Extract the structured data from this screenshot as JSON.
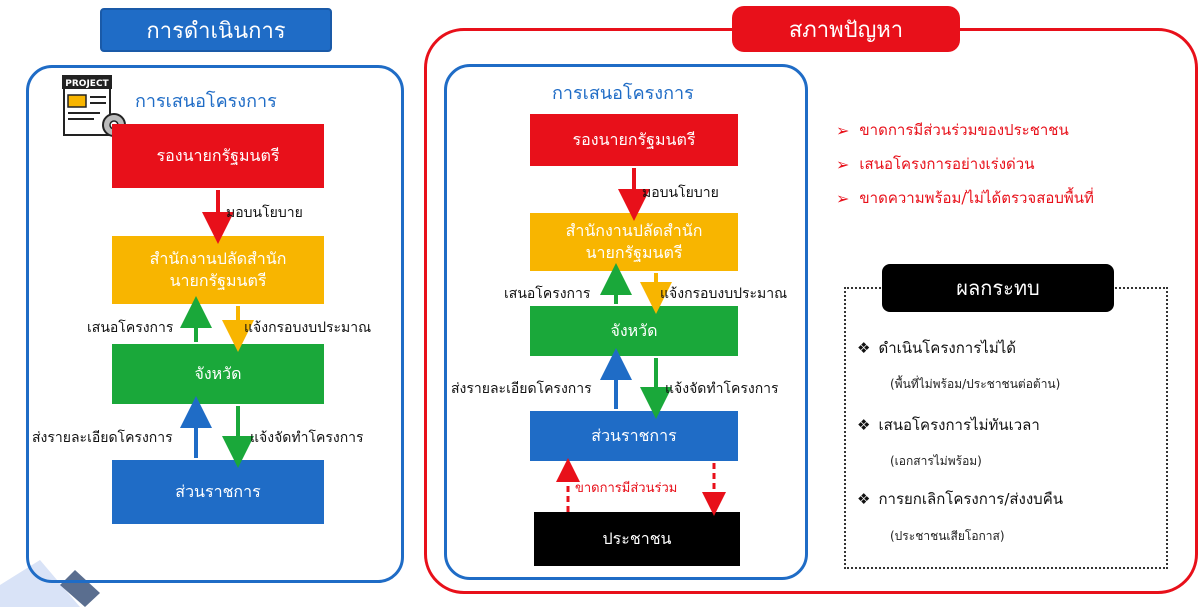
{
  "left": {
    "header": "การดำเนินการ",
    "subtitle": "การเสนอโครงการ",
    "icon_text": "PROJECT",
    "boxes": {
      "deputy_pm": "รองนายกรัฐมนตรี",
      "office": "สำนักงานปลัดสำนักนายกรัฐมนตรี",
      "office_line1": "สำนักงานปลัดสำนัก",
      "office_line2": "นายกรัฐมนตรี",
      "province": "จังหวัด",
      "agency": "ส่วนราชการ"
    },
    "labels": {
      "policy": "มอบนโยบาย",
      "propose": "เสนอโครงการ",
      "budget": "แจ้งกรอบงบประมาณ",
      "send_details": "ส่งรายละเอียดโครงการ",
      "prepare": "แจ้งจัดทำโครงการ"
    }
  },
  "right": {
    "header": "สภาพปัญหา",
    "subtitle": "การเสนอโครงการ",
    "boxes": {
      "deputy_pm": "รองนายกรัฐมนตรี",
      "office_line1": "สำนักงานปลัดสำนัก",
      "office_line2": "นายกรัฐมนตรี",
      "province": "จังหวัด",
      "agency": "ส่วนราชการ",
      "people": "ประชาชน"
    },
    "labels": {
      "policy": "มอบนโยบาย",
      "propose": "เสนอโครงการ",
      "budget": "แจ้งกรอบงบประมาณ",
      "send_details": "ส่งรายละเอียดโครงการ",
      "prepare": "แจ้งจัดทำโครงการ",
      "no_participation": "ขาดการมีส่วนร่วม"
    },
    "problems": [
      "ขาดการมีส่วนร่วมของประชาชน",
      "เสนอโครงการอย่างเร่งด่วน",
      "ขาดความพร้อม/ไม่ได้ตรวจสอบพื้นที่"
    ],
    "impact": {
      "title": "ผลกระทบ",
      "items": [
        {
          "text": "ดำเนินโครงการไม่ได้",
          "sub": "(พื้นที่ไม่พร้อม/ประชาชนต่อต้าน)"
        },
        {
          "text": "เสนอโครงการไม่ทันเวลา",
          "sub": "(เอกสารไม่พร้อม)"
        },
        {
          "text": "การยกเลิกโครงการ/ส่งงบคืน",
          "sub": "(ประชาชนเสียโอกาส)"
        }
      ]
    }
  },
  "colors": {
    "red": "#e8101a",
    "blue": "#1f6cc6",
    "yellow": "#f8b500",
    "green": "#1aa83a",
    "black": "#000000"
  }
}
